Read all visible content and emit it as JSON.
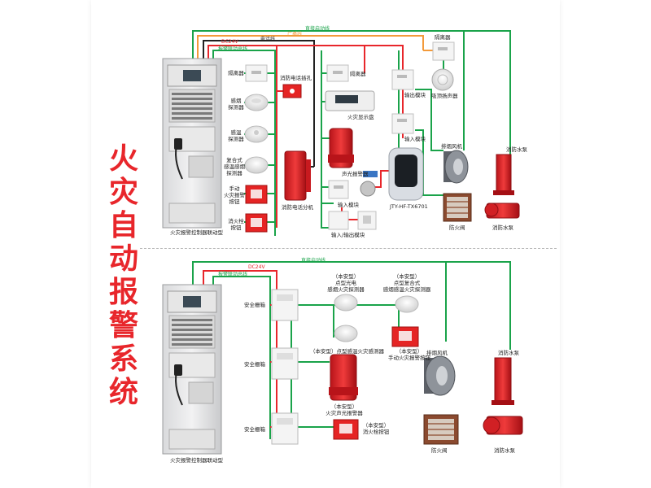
{
  "title_chars": [
    "火",
    "灾",
    "自",
    "动",
    "报",
    "警",
    "系",
    "统"
  ],
  "top": {
    "bus_labels": {
      "linkage_line": "直接启动线",
      "broadcast_line": "广播线",
      "phone_line": "电话线",
      "dc24v": "DC24V",
      "alarm_bus": "报警联动总线"
    },
    "cabinet_label": "火灾报警控制器联动型",
    "device_labels": {
      "isolator_1": "隔离器",
      "smoke_detector": "感烟\n探测器",
      "heat_detector": "感温\n探测器",
      "combo_detector": "复合式\n感温感烟\n探测器",
      "manual_alarm": "手动\n火灾报警\n按钮",
      "hydrant_button": "消火栓\n按钮",
      "phone_jack": "消防电话插孔",
      "phone_extension": "消防电话分机",
      "isolator_2": "隔离器",
      "fire_display": "火灾显示盘",
      "sound_light_alarm": "声光报警器",
      "input_module_1": "输入模块",
      "io_module": "输入/输出模块",
      "output_module": "输出模块",
      "input_module_2": "输入模块",
      "beam_detector": "JTY-HF-TX6701",
      "isolator_3": "隔离器",
      "ceiling_speaker": "吸顶扬声器",
      "smoke_fan": "排烟风机",
      "fire_damper": "防火阀",
      "fire_pump_1": "消防水泵",
      "fire_pump_2": "消防水泵"
    }
  },
  "bottom": {
    "bus_labels": {
      "linkage_line": "直接启动线",
      "dc24v": "DC24V",
      "alarm_bus": "报警联动总线"
    },
    "cabinet_label": "火灾报警控制器联动型",
    "device_labels": {
      "safety_barrier_1": "安全栅箱",
      "safety_barrier_2": "安全栅箱",
      "safety_barrier_3": "安全栅箱",
      "ex_smoke": "（本安型）\n点型光电\n感烟火灾探测器",
      "ex_combo": "（本安型）\n点型复合式\n感烟感温火灾探测器",
      "ex_heat": "（本安型）点型感温火灾感测器",
      "ex_manual": "（本安型）\n手动火灾报警按钮",
      "ex_sound_light": "（本安型）\n火灾声光报警器",
      "ex_hydrant": "（本安型）\n消火栓按钮",
      "smoke_fan": "排烟风机",
      "fire_damper": "防火阀",
      "fire_pump_1": "消防水泵",
      "fire_pump_2": "消防水泵"
    }
  },
  "colors": {
    "title_red": "#e8262b",
    "bus_green": "#1aa34a",
    "bus_red": "#e8262b",
    "bus_orange": "#f39a3a",
    "bus_black": "#222222"
  }
}
